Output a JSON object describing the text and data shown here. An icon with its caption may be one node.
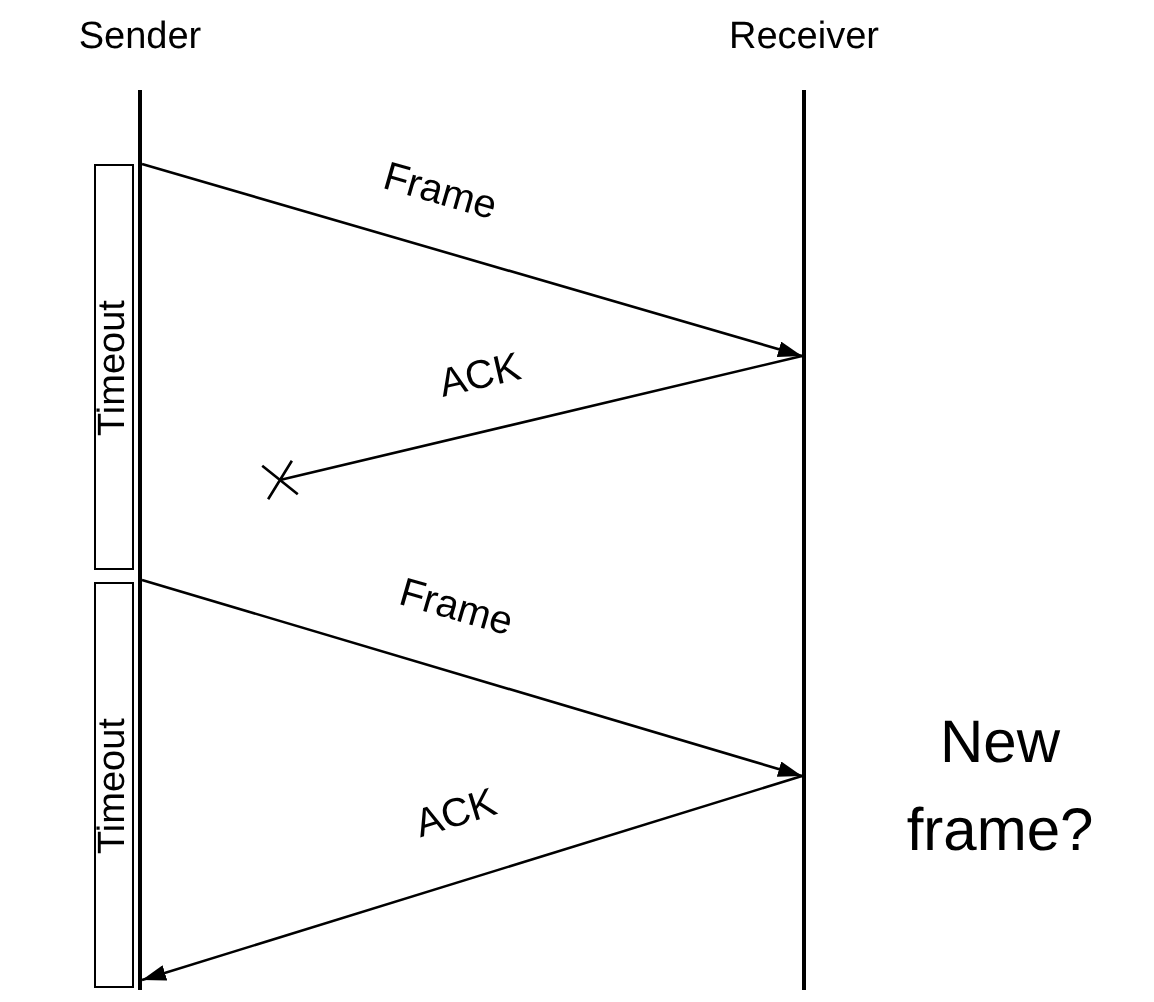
{
  "diagram": {
    "nodes": [
      {
        "text": [],
        "shape": "bar"
      },
      {
        "text": [],
        "shape": "bar"
      },
      {
        "text": [
          "Timeout"
        ]
      },
      {
        "text": [
          "Timeout"
        ]
      }
    ],
    "edges": [
      {
        "from": 0,
        "to": 1,
        "arrow": "to",
        "label": "Frame"
      },
      {
        "from": 1,
        "to": null,
        "arrow": "other",
        "label": "ACK"
      },
      {
        "from": 0,
        "to": 1,
        "arrow": "to",
        "label": "Frame"
      },
      {
        "from": 1,
        "to": 0,
        "arrow": "to",
        "label": "ACK"
      }
    ],
    "labels": [
      "Sender",
      "Receiver",
      "New frame?"
    ]
  }
}
